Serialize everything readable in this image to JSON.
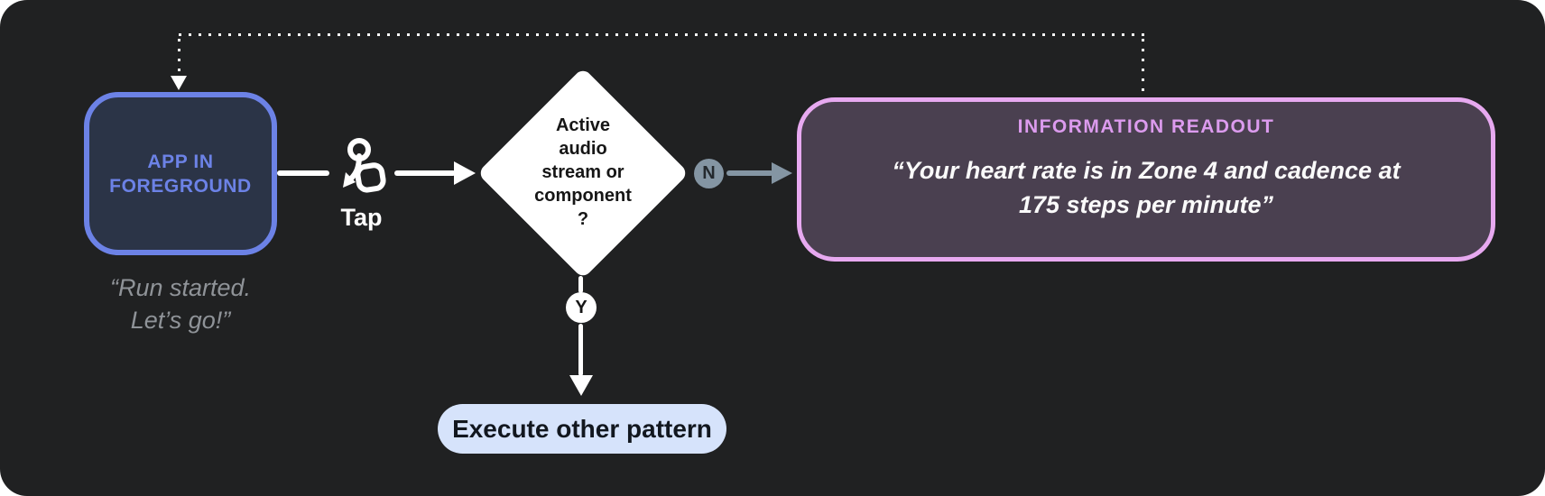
{
  "colors": {
    "panel_bg": "#202122",
    "app_node_border": "#6C82E6",
    "app_node_fill": "#2B3447",
    "app_node_text": "#6C82E6",
    "caption_text": "#8F9398",
    "decision_fill": "#FFFFFF",
    "decision_text": "#161616",
    "no_badge_fill": "#8495A3",
    "yes_badge_fill": "#FFFFFF",
    "readout_border": "#E7A9F0",
    "readout_fill": "#4A4050",
    "readout_title_text": "#DC9BEE",
    "readout_quote_text": "#FAFAFA",
    "action_pill_fill": "#D6E3FB",
    "action_pill_text": "#12171F",
    "arrow_white": "#FFFFFF",
    "arrow_slate": "#8495A3"
  },
  "flow": {
    "app_node": {
      "line1": "APP IN",
      "line2": "FOREGROUND"
    },
    "app_caption": {
      "line1": "“Run started.",
      "line2": "Let’s go!”"
    },
    "tap": {
      "label": "Tap",
      "icon": "tap-gesture-icon"
    },
    "decision": {
      "line1": "Active",
      "line2": "audio",
      "line3": "stream or",
      "line4": "component",
      "line5": "?"
    },
    "branch_no": {
      "label": "N"
    },
    "branch_yes": {
      "label": "Y"
    },
    "readout": {
      "title": "INFORMATION READOUT",
      "quote_line1": "“Your heart rate is in Zone 4 and cadence at",
      "quote_line2": "175 steps per minute”"
    },
    "action": {
      "label": "Execute other pattern"
    }
  }
}
